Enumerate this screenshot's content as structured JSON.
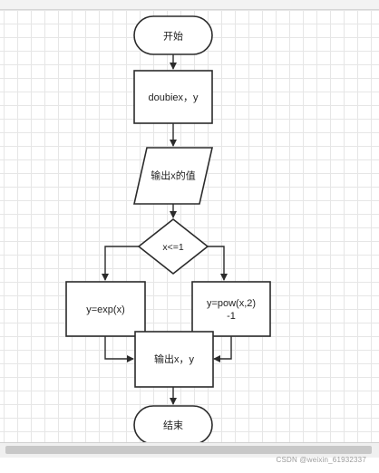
{
  "flowchart": {
    "start": "开始",
    "declare": "doubiex，y",
    "input": "输出x的值",
    "condition": "x<=1",
    "branch_left": "y=exp(x)",
    "branch_right_line1": "y=pow(x,2)",
    "branch_right_line2": "-1",
    "output": "输出x，y",
    "end": "结束"
  },
  "watermark": "CSDN @weixin_61932337",
  "colors": {
    "stroke": "#2b2b2b",
    "grid": "#e6e6e6",
    "background": "#ffffff"
  }
}
